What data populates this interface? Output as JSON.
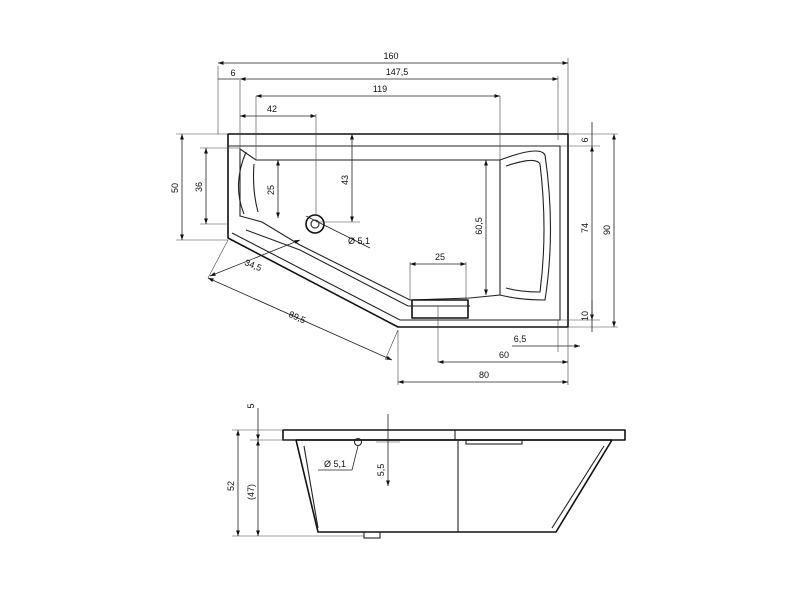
{
  "top_view": {
    "dim_160": "160",
    "dim_6_left": "6",
    "dim_147_5": "147,5",
    "dim_119": "119",
    "dim_42": "42",
    "dim_43": "43",
    "dim_25_vertical": "25",
    "dim_50": "50",
    "dim_36": "36",
    "dim_diameter": "Ø 5,1",
    "dim_60_5": "60,5",
    "dim_25_horizontal": "25",
    "dim_6_right": "6",
    "dim_74": "74",
    "dim_90": "90",
    "dim_10": "10",
    "dim_6_5": "6,5",
    "dim_60": "60",
    "dim_80": "80",
    "dim_34_5": "34,5",
    "dim_89_5": "89,5"
  },
  "side_view": {
    "dim_5": "5",
    "dim_52": "52",
    "dim_47": "(47)",
    "dim_diameter": "Ø 5,1",
    "dim_5_5": "5,5"
  }
}
